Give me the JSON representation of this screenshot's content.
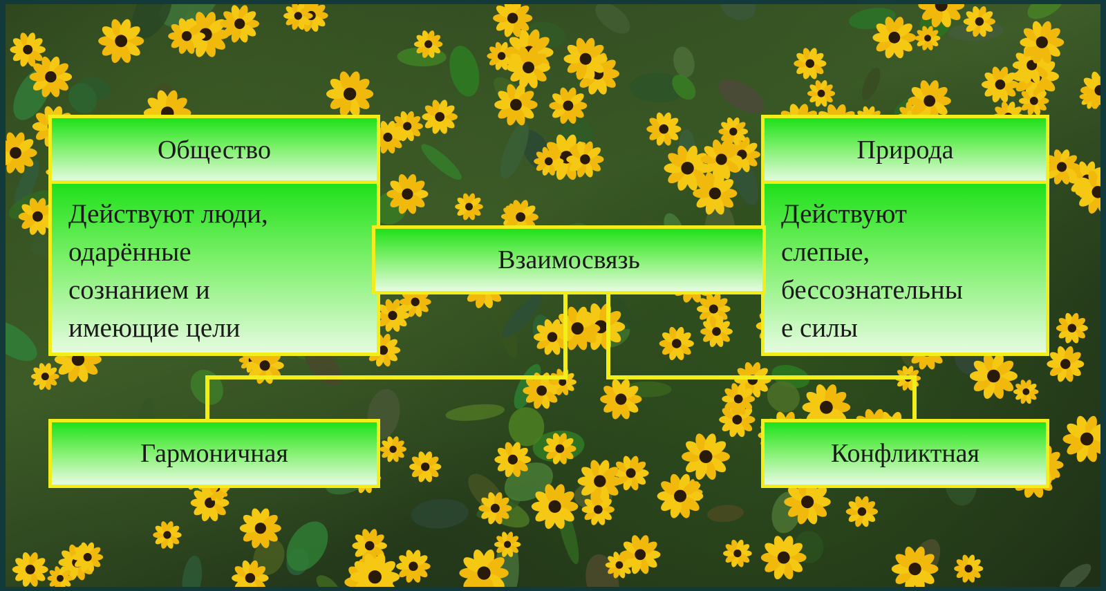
{
  "diagram": {
    "society": {
      "title": "Общество",
      "description": "Действуют люди,\nодарённые\nсознанием и\nимеющие цели"
    },
    "nature": {
      "title": "Природа",
      "description": "Действуют\nслепые,\nбессознательны\nе силы"
    },
    "center": "Взаимосвязь",
    "harmonious": "Гармоничная",
    "conflict": "Конфликтная"
  },
  "colors": {
    "box_border": "#f2ee1c",
    "box_fill_top": "#1fe01a",
    "box_fill_bottom": "#e6fbe0",
    "connector": "#f2ee1c"
  }
}
